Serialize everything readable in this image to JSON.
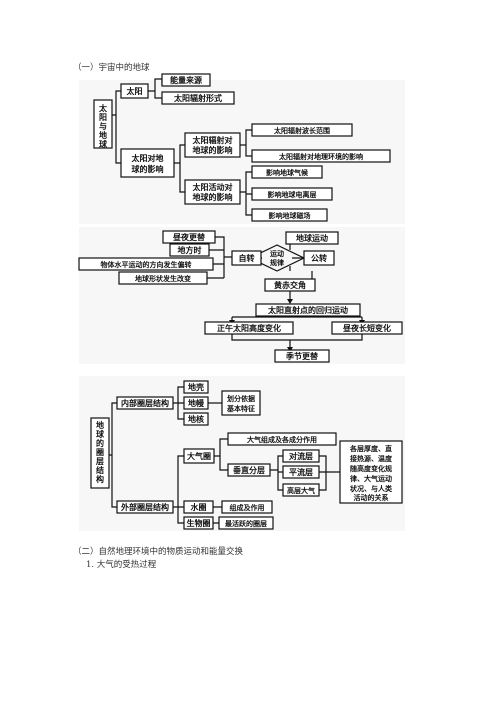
{
  "headings": {
    "section1": "（一）宇宙中的地球",
    "section2": "（二）自然地理环境中的物质运动和能量交换",
    "sub1": "1. 大气的受热过程"
  },
  "diagram1": {
    "root": [
      "太",
      "阳",
      "与",
      "地",
      "球"
    ],
    "sun": "太阳",
    "energy_source": "能量来源",
    "radiation_form": "太阳辐射形式",
    "sun_effect": [
      "太阳对地",
      "球的影响"
    ],
    "radiation_effect": [
      "太阳辐射对",
      "地球的影响"
    ],
    "wavelength": "太阳辐射波长范围",
    "env_effect": "太阳辐射对地理环境的影响",
    "activity_effect": [
      "太阳活动对",
      "地球的影响"
    ],
    "climate": "影响地球气候",
    "ionosphere": "影响地球电离层",
    "magnetic": "影响地球磁场"
  },
  "diagram2": {
    "day_night": "昼夜更替",
    "local_time": "地方时",
    "deflection": "物体水平运动的方向发生偏转",
    "shape_change": "地球形状发生改变",
    "earth_motion": "地球运动",
    "rotation": "自转",
    "motion_law": [
      "运动",
      "规律"
    ],
    "revolution": "公转",
    "obliquity": "黄赤交角",
    "subsolar": "太阳直射点的回归运动",
    "noon_angle": "正午太阳高度变化",
    "day_length": "昼夜长短变化",
    "seasons": "季节更替"
  },
  "diagram3": {
    "root": [
      "地",
      "球",
      "的",
      "圈",
      "层",
      "结",
      "构"
    ],
    "inner": "内部圈层结构",
    "crust": "地壳",
    "mantle": "地幔",
    "core": "地核",
    "basis": [
      "划分依据",
      "基本特征"
    ],
    "outer": "外部圈层结构",
    "atmosphere": "大气圈",
    "composition": "大气组成及各成分作用",
    "vertical": "垂直分层",
    "troposphere": "对流层",
    "stratosphere": "平流层",
    "upper": "高层大气",
    "features": [
      "各层厚度、直",
      "接热源、温度",
      "随高度变化规",
      "律、大气运动",
      "状况、与人类",
      "活动的关系"
    ],
    "hydrosphere": "水圈",
    "water_role": "组成及作用",
    "biosphere": "生物圈",
    "active_layer": "最活跃的圈层"
  }
}
